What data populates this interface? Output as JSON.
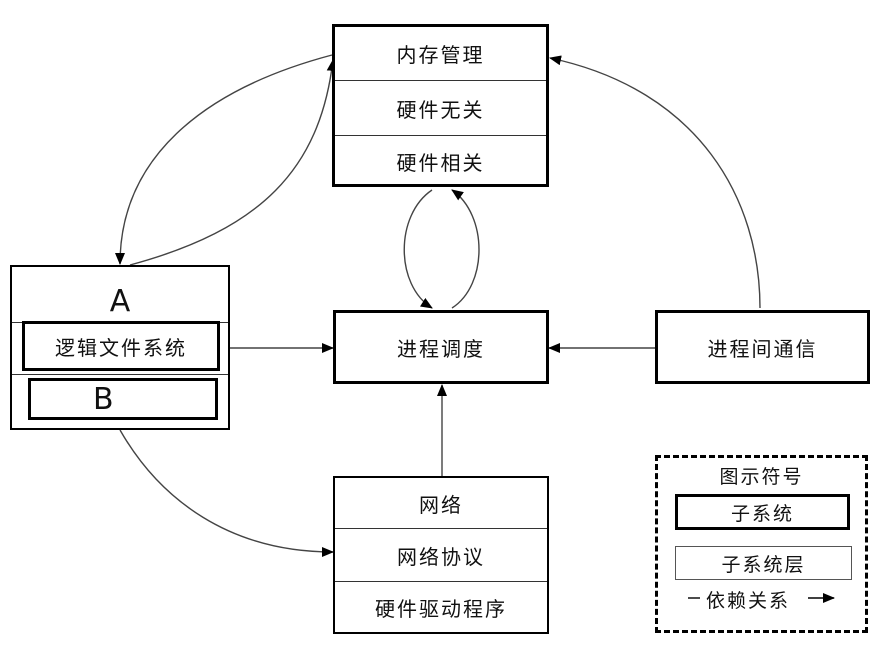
{
  "memory": {
    "title": "内存管理",
    "layer1": "硬件无关",
    "layer2": "硬件相关"
  },
  "filesystem": {
    "label_a": "A",
    "logical_fs": "逻辑文件系统",
    "label_b": "B"
  },
  "scheduler": {
    "label": "进程调度"
  },
  "ipc": {
    "label": "进程间通信"
  },
  "network": {
    "title": "网络",
    "protocol": "网络协议",
    "driver": "硬件驱动程序"
  },
  "legend": {
    "title": "图示符号",
    "subsystem": "子系统",
    "subsystem_layer": "子系统层",
    "dependency": "依赖关系"
  }
}
